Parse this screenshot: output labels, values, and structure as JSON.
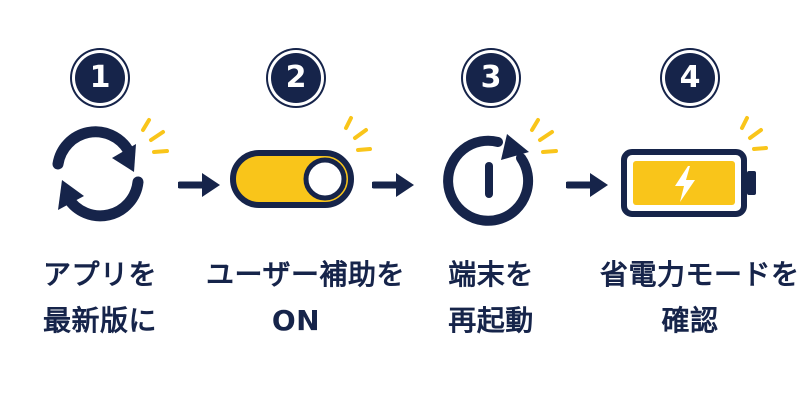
{
  "colors": {
    "navy": "#16244a",
    "accent": "#f9c51a",
    "background": "#ffffff"
  },
  "steps": [
    {
      "number": "1",
      "icon": "refresh-icon",
      "lines": [
        "アプリを",
        "最新版に"
      ]
    },
    {
      "number": "2",
      "icon": "toggle-on-icon",
      "lines": [
        "ユーザー補助を",
        "ON"
      ]
    },
    {
      "number": "3",
      "icon": "restart-icon",
      "lines": [
        "端末を",
        "再起動"
      ]
    },
    {
      "number": "4",
      "icon": "battery-charge-icon",
      "lines": [
        "省電力モードを",
        "確認"
      ]
    }
  ]
}
